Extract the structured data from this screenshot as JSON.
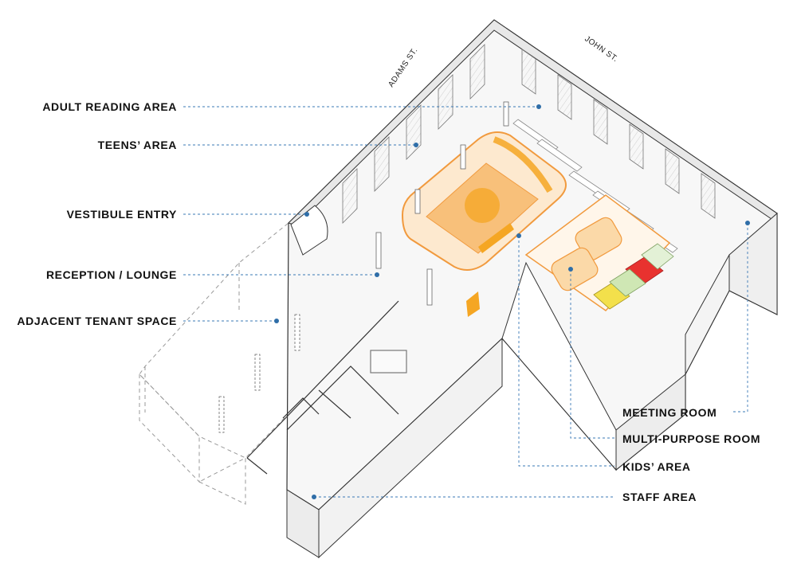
{
  "streets": {
    "adams": "ADAMS ST.",
    "john": "JOHN ST."
  },
  "labels": {
    "adult_reading_area": "ADULT READING AREA",
    "teens_area": "TEENS’ AREA",
    "vestibule_entry": "VESTIBULE ENTRY",
    "reception_lounge": "RECEPTION / LOUNGE",
    "adjacent_tenant_space": "ADJACENT TENANT SPACE",
    "meeting_room": "MEETING ROOM",
    "multi_purpose_room": "MULTI-PURPOSE ROOM",
    "kids_area": "KIDS’ AREA",
    "staff_area": "STAFF AREA"
  },
  "colors": {
    "accent_orange": "#f5a623",
    "light_orange": "#fbd9a8",
    "leader_blue": "#3a78b5",
    "kids_red": "#e8322f",
    "kids_yellow": "#f3e04b",
    "kids_green": "#cfe7b4"
  }
}
